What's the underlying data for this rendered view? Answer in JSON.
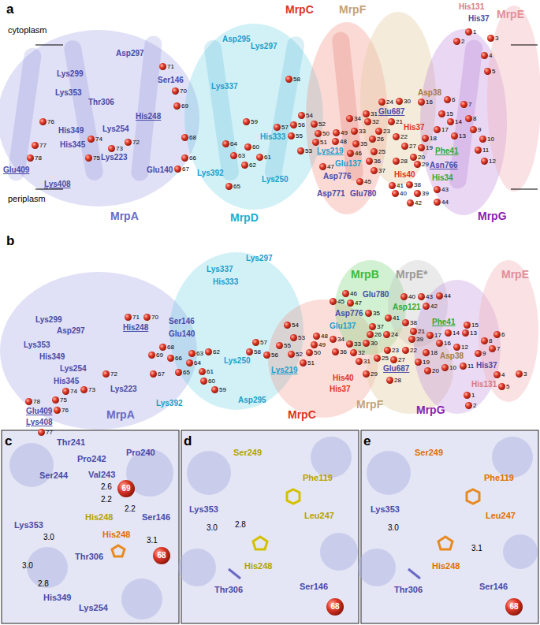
{
  "diagram": {
    "labels": [
      "a",
      "cytoplasm",
      "periplasm",
      "MrpC",
      "MrpF",
      "MrpE",
      "His131",
      "His37",
      "MrpA",
      "MrpD",
      "MrpG",
      "Asp297",
      "Lys299",
      "Ser146",
      "Lys353",
      "Thr306",
      "His248",
      "Lys254",
      "His349",
      "His345",
      "Lys223",
      "Glu140",
      "Glu409",
      "Lys408",
      "Asp295",
      "Lys297",
      "Lys337",
      "His333",
      "Lys392",
      "Lys250",
      "Lys219",
      "Glu137",
      "Asp776",
      "Asp771",
      "Glu780",
      "Asp38",
      "Glu687",
      "His37",
      "Phe41",
      "Asn766",
      "His34",
      "His40",
      "1",
      "2",
      "3",
      "4",
      "5",
      "6",
      "7",
      "8",
      "9",
      "10",
      "11",
      "12",
      "13",
      "14",
      "15",
      "16",
      "17",
      "18",
      "19",
      "20",
      "21",
      "22",
      "23",
      "24",
      "25",
      "26",
      "27",
      "28",
      "29",
      "30",
      "31",
      "32",
      "33",
      "34",
      "35",
      "36",
      "37",
      "38",
      "39",
      "40",
      "41",
      "42",
      "43",
      "44",
      "45",
      "46",
      "47",
      "48",
      "49",
      "50",
      "51",
      "52",
      "53",
      "54",
      "55",
      "56",
      "57",
      "58",
      "59",
      "60",
      "61",
      "62",
      "63",
      "64",
      "65",
      "66",
      "67",
      "68",
      "69",
      "70",
      "71",
      "72",
      "73",
      "74",
      "75",
      "76",
      "77",
      "78",
      "b",
      "MrpB",
      "MrpE*",
      "MrpE",
      "Lys337",
      "Lys297",
      "His333",
      "Glu780",
      "Asp121",
      "Asp776",
      "Phe41",
      "Glu137",
      "Lys299",
      "Asp297",
      "His248",
      "Ser146",
      "Glu140",
      "Asp38",
      "Lys353",
      "His349",
      "Lys254",
      "His345",
      "Lys250",
      "Lys219",
      "Glu687",
      "His37",
      "Lys223",
      "Lys392",
      "Asp295",
      "His40",
      "His37",
      "His131",
      "Glu409",
      "Lys408",
      "MrpA",
      "MrpC",
      "MrpF",
      "MrpG",
      "1",
      "2",
      "3",
      "4",
      "5",
      "6",
      "7",
      "8",
      "9",
      "10",
      "11",
      "12",
      "13",
      "14",
      "15",
      "16",
      "17",
      "18",
      "19",
      "20",
      "21",
      "22",
      "23",
      "24",
      "25",
      "26",
      "27",
      "28",
      "29",
      "30",
      "31",
      "32",
      "33",
      "34",
      "35",
      "36",
      "37",
      "38",
      "39",
      "40",
      "41",
      "42",
      "43",
      "44",
      "45",
      "46",
      "47",
      "48",
      "49",
      "50",
      "51",
      "52",
      "53",
      "54",
      "55",
      "56",
      "57",
      "58",
      "59",
      "60",
      "61",
      "62",
      "63",
      "64",
      "65",
      "66",
      "67",
      "68",
      "69",
      "70",
      "71",
      "72",
      "73",
      "74",
      "75",
      "76",
      "77",
      "78",
      "c",
      "Thr241",
      "Pro240",
      "Pro242",
      "Ser244",
      "Val243",
      "2.6",
      "69",
      "2.2",
      "2.2",
      "His248",
      "His248",
      "Ser146",
      "3.1",
      "68",
      "Lys353",
      "3.0",
      "Thr306",
      "3.0",
      "2.8",
      "His349",
      "Lys254",
      "d",
      "Ser249",
      "Phe119",
      "Lys353",
      "Leu247",
      "3.0",
      "2.8",
      "His248",
      "Thr306",
      "Ser146",
      "68",
      "e",
      "Ser249",
      "Phe119",
      "Lys353",
      "Leu247",
      "3.0",
      "3.1",
      "His248",
      "Thr306",
      "Ser146",
      "68"
    ]
  }
}
